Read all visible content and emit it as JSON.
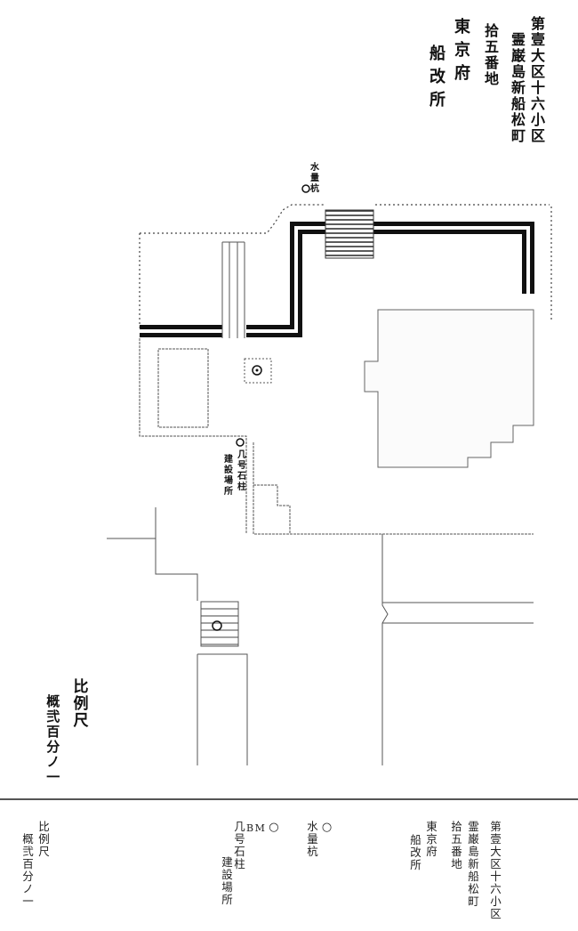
{
  "map": {
    "address_lines": [
      "第壹大区十六小区",
      "霊巌島新船松町",
      "拾五番地"
    ],
    "office_lines": [
      "東京府",
      "船改所"
    ],
    "water_gauge_label": "水量杭",
    "bm_label_lines": [
      "几号石柱",
      "建設場所"
    ],
    "scale_lines": [
      "比例尺",
      "概弐百分ノ一"
    ]
  },
  "transcription": {
    "address_lines": [
      "第壹大区十六小区",
      "霊巌島新船松町",
      "拾五番地"
    ],
    "office_lines": [
      "東京府",
      "船改所"
    ],
    "water_gauge": {
      "symbol": "○",
      "label": "水量杭"
    },
    "bm": {
      "symbol": "○",
      "code": "BM",
      "label_lines": [
        "几号石柱",
        "建設場所"
      ]
    },
    "scale_lines": [
      "比例尺",
      "概弐百分ノ一"
    ]
  }
}
